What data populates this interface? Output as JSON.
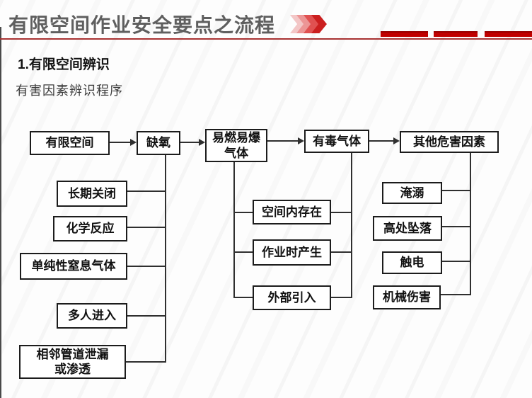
{
  "header": {
    "title": "有限空间作业安全要点之流程"
  },
  "icons": {
    "header_chevrons": "triple-chevron-right-icon"
  },
  "section": {
    "heading": "1.有限空间辨识",
    "subheading": "有害因素辨识程序"
  },
  "colors": {
    "accent_red": "#c00000",
    "header_rule_red": "#a83232",
    "title_gray": "#5f5f5f",
    "node_border": "#1c1c1c",
    "node_background": "#ffffff",
    "connector_gray": "#2f2f2f"
  },
  "diagram": {
    "top_row": [
      {
        "label": "有限空间"
      },
      {
        "label": "缺氧"
      },
      {
        "label": "易燃易爆\n气体"
      },
      {
        "label": "有毒气体"
      },
      {
        "label": "其他危害因素"
      }
    ],
    "oxygen_branch": [
      {
        "label": "长期关闭"
      },
      {
        "label": "化学反应"
      },
      {
        "label": "单纯性窒息气体"
      },
      {
        "label": "多人进入"
      },
      {
        "label": "相邻管道泄漏\n或渗透"
      }
    ],
    "gas_branch": [
      {
        "label": "空间内存在"
      },
      {
        "label": "作业时产生"
      },
      {
        "label": "外部引入"
      }
    ],
    "other_branch": [
      {
        "label": "淹溺"
      },
      {
        "label": "高处坠落"
      },
      {
        "label": "触电"
      },
      {
        "label": "机械伤害"
      }
    ]
  }
}
